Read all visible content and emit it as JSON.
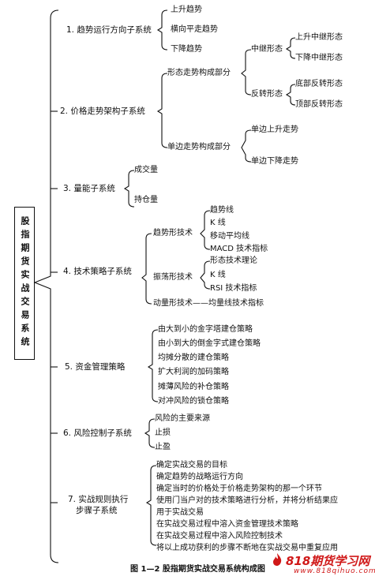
{
  "root": {
    "label": "股指期货实战交易系统"
  },
  "caption": "图 1—2  股指期货实战交易系统构成图",
  "watermark": {
    "brand": "818期货学习网",
    "url": "www.818qihuo.com",
    "color": "#d01818"
  },
  "sections": [
    {
      "label": "1.  趋势运行方向子系统",
      "items": [
        "上升趋势",
        "横向平走趋势",
        "下降趋势"
      ]
    },
    {
      "label": "2.  价格走势架构子系统",
      "children": [
        {
          "label": "形态走势构成部分",
          "children": [
            {
              "label": "中继形态",
              "items": [
                "上升中继形态",
                "下降中继形态"
              ]
            },
            {
              "label": "反转形态",
              "items": [
                "底部反转形态",
                "顶部反转形态"
              ]
            }
          ]
        },
        {
          "label": "单边走势构成部分",
          "items": [
            "单边上升走势",
            "单边下降走势"
          ]
        }
      ]
    },
    {
      "label": "3.  量能子系统",
      "items": [
        "成交量",
        "持仓量"
      ]
    },
    {
      "label": "4.  技术策略子系统",
      "children": [
        {
          "label": "趋势形技术",
          "items": [
            "趋势线",
            "K 线",
            "移动平均线",
            "MACD 技术指标"
          ]
        },
        {
          "label": "振荡形技术",
          "items": [
            "形态技术理论",
            "K 线",
            "RSI 技术指标"
          ]
        },
        {
          "label": "动量形技术——均量线技术指标"
        }
      ]
    },
    {
      "label": "5.  资金管理策略",
      "items": [
        "由大到小的金字塔建仓策略",
        "由小到大的倒金字式建仓策略",
        "均摊分散的建仓策略",
        "扩大利润的加码策略",
        "摊薄风险的补仓策略",
        "对冲风险的锁仓策略"
      ]
    },
    {
      "label": "6.  风险控制子系统",
      "items": [
        "风险的主要来源",
        "止损",
        "止盈"
      ]
    },
    {
      "label_lines": [
        "7.   实战规则执行",
        "步骤子系统"
      ],
      "items": [
        "确定实战交易的目标",
        "确定趋势的战略运行方向",
        "确定当时的价格处于价格走势架构的那一个环节",
        "使用门当户对的技术策略进行分析，并将分析结果应",
        "用于实战交易",
        "在实战交易过程中溶入资金管理技术策略",
        "在实战交易过程中溶入风险控制技术",
        "将以上成功获利的步骤不断地在实战交易中重复应用"
      ]
    }
  ]
}
